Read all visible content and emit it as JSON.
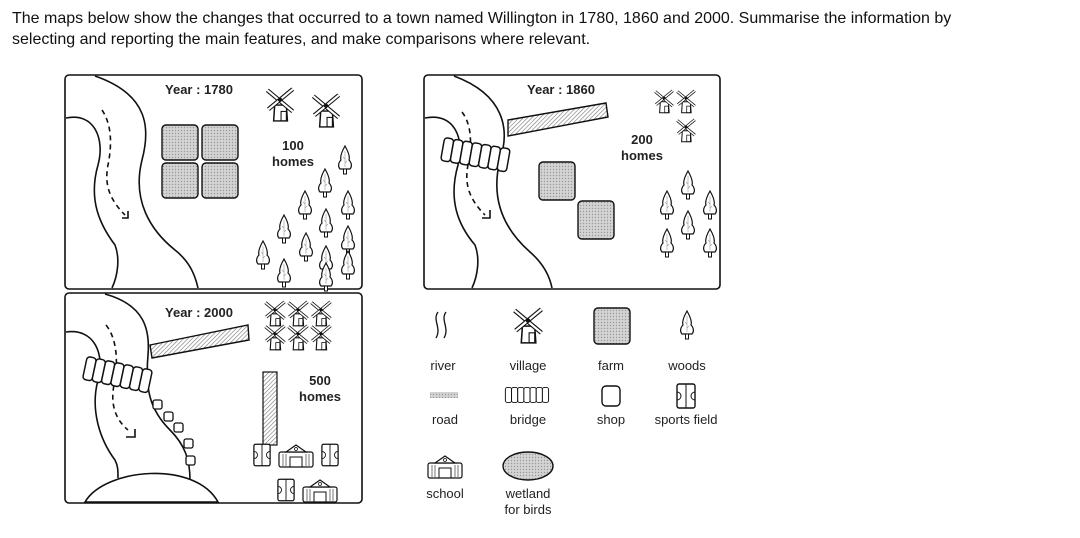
{
  "question": {
    "line1": "The maps below show the changes that occurred to a town named Willington in 1780, 1860 and 2000. Summarise the information by",
    "line2": "selecting and reporting the main features, and make comparisons where relevant."
  },
  "maps": [
    {
      "year_label": "Year : 1780",
      "homes_count": "100",
      "homes_label": "homes"
    },
    {
      "year_label": "Year : 1860",
      "homes_count": "200",
      "homes_label": "homes"
    },
    {
      "year_label": "Year : 2000",
      "homes_count": "500",
      "homes_label": "homes"
    }
  ],
  "legend": {
    "river": "river",
    "village": "village",
    "farm": "farm",
    "woods": "woods",
    "road": "road",
    "bridge": "bridge",
    "shop": "shop",
    "sports_field": "sports field",
    "school": "school",
    "wetland_line1": "wetland",
    "wetland_line2": "for birds"
  },
  "colors": {
    "stroke": "#111111",
    "farm_fill": "#c8c8c8"
  }
}
